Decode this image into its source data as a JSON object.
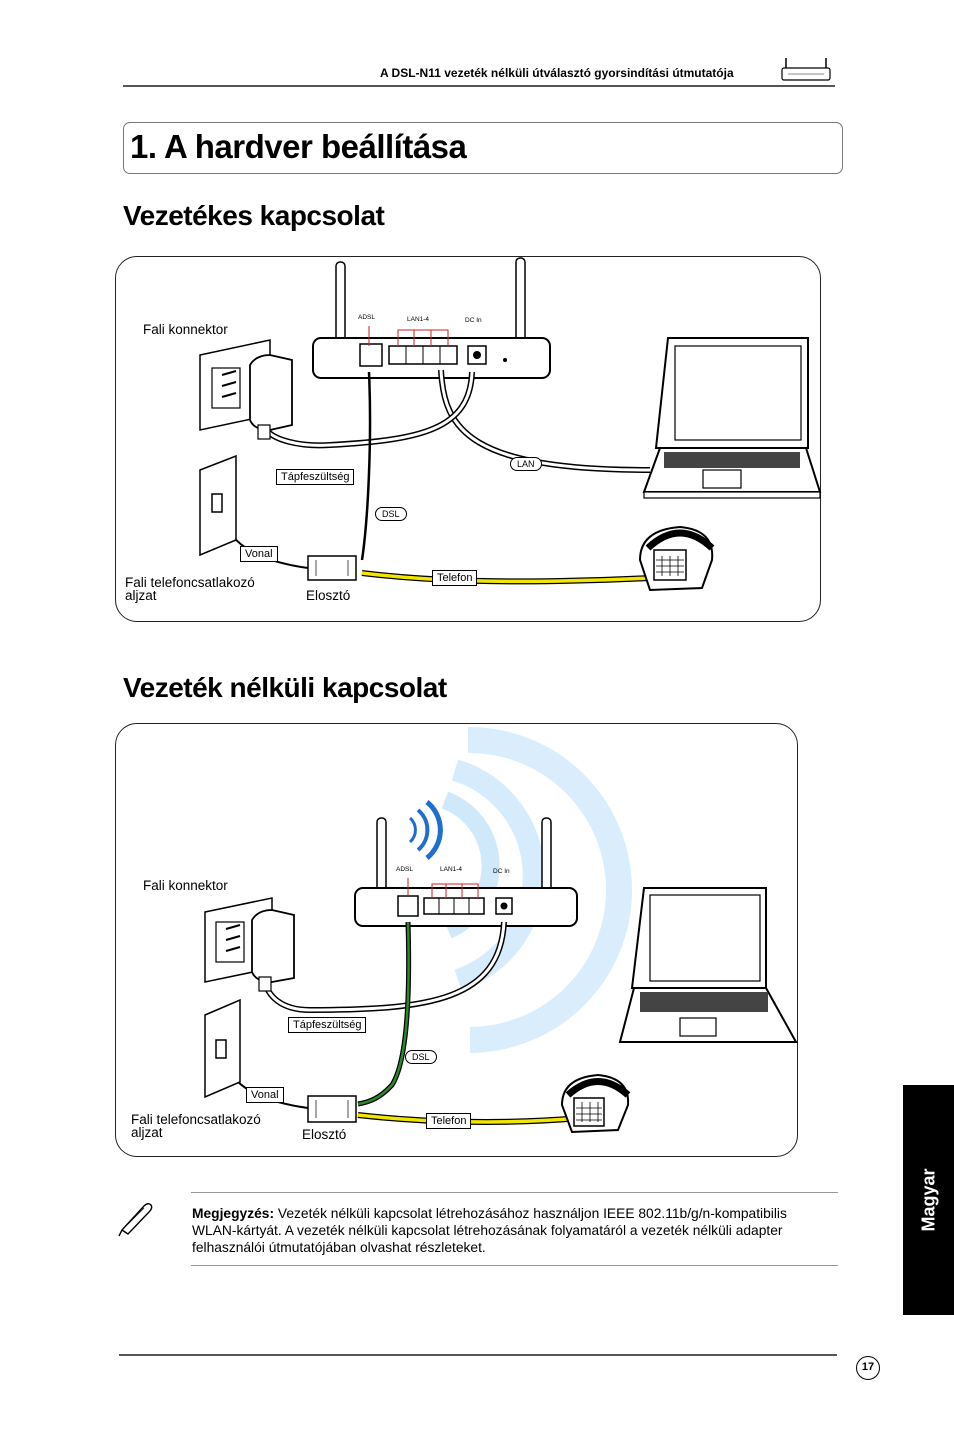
{
  "header": {
    "text": "A DSL-N11 vezeték nélküli útválasztó gyorsindítási útmutatója"
  },
  "title": "1. A hardver beállítása",
  "wired": {
    "heading": "Vezetékes kapcsolat",
    "labels": {
      "wall_connector": "Fali konnektor",
      "power": "Tápfeszültség",
      "dsl": "DSL",
      "lan": "LAN",
      "line": "Vonal",
      "phone": "Telefon",
      "wall_socket_1": "Fali telefoncsatlakozó",
      "wall_socket_2": "aljzat",
      "splitter": "Elosztó",
      "adsl": "ADSL",
      "lan14": "LAN1-4",
      "dcin": "DC In"
    }
  },
  "wireless": {
    "heading": "Vezeték nélküli kapcsolat",
    "labels": {
      "wall_connector": "Fali konnektor",
      "power": "Tápfeszültség",
      "dsl": "DSL",
      "line": "Vonal",
      "phone": "Telefon",
      "wall_socket_1": "Fali telefoncsatlakozó",
      "wall_socket_2": "aljzat",
      "splitter": "Elosztó",
      "adsl": "ADSL",
      "lan14": "LAN1-4",
      "dcin": "DC In"
    }
  },
  "note": {
    "label": "Megjegyzés:",
    "text": " Vezeték nélküli kapcsolat létrehozásához használjon IEEE 802.11b/g/n-kompatibilis WLAN-kártyát. A vezeték nélküli kapcsolat létrehozásának folyamatáról a vezeték nélküli adapter felhasználói útmutatójában olvashat részleteket."
  },
  "side_tab": "Magyar",
  "page_number": "17",
  "colors": {
    "phone_cable": "#f2e600",
    "dsl_cable": "#2a8a2a",
    "wifi": "#cfe9fb",
    "wifi_icon": "#1f6fd1",
    "port_marker": "#d61f1f"
  }
}
